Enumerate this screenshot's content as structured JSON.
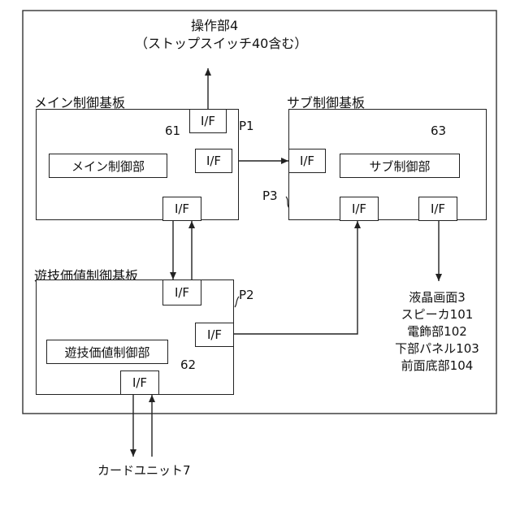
{
  "operation": {
    "line1": "操作部4",
    "line2": "（ストップスイッチ40含む）"
  },
  "main_board": {
    "title": "メイン制御基板",
    "unit_label": "メイン制御部",
    "unit_ref": "61",
    "port_ref": "P1"
  },
  "sub_board": {
    "title": "サブ制御基板",
    "unit_label": "サブ制御部",
    "unit_ref": "63",
    "port_ref": "P3"
  },
  "value_board": {
    "title": "遊技価値制御基板",
    "unit_label": "遊技価値制御部",
    "unit_ref": "62",
    "port_ref": "P2"
  },
  "interface_label": "I/F",
  "outputs": [
    "液晶画面3",
    "スピーカ101",
    "電飾部102",
    "下部パネル103",
    "前面底部104"
  ],
  "card_unit": "カードユニット7"
}
